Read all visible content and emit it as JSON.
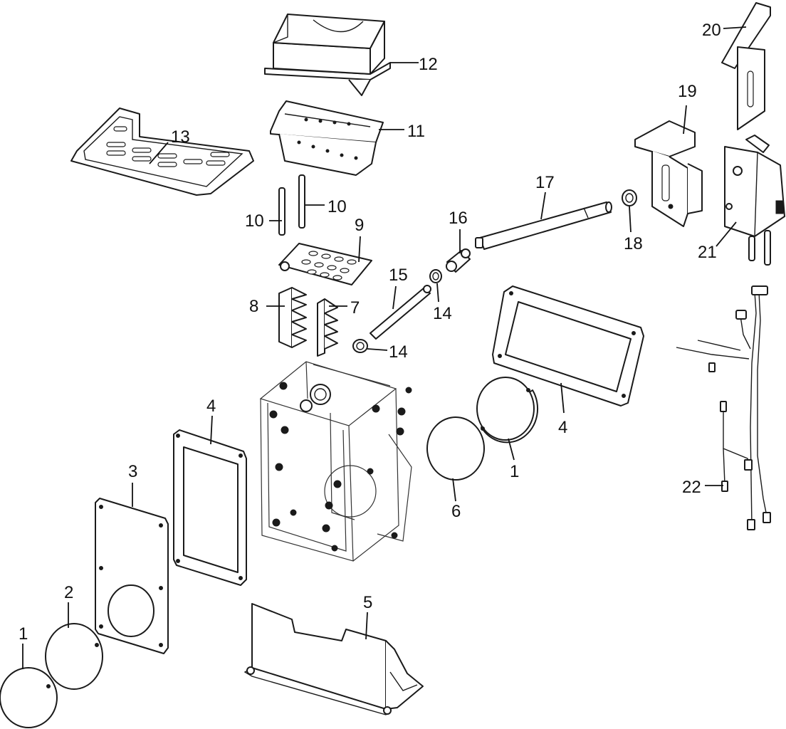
{
  "callouts": {
    "c1a": "1",
    "c1b": "1",
    "c2": "2",
    "c3": "3",
    "c4a": "4",
    "c4b": "4",
    "c5": "5",
    "c6": "6",
    "c7": "7",
    "c8": "8",
    "c9": "9",
    "c10a": "10",
    "c10b": "10",
    "c11": "11",
    "c12": "12",
    "c13": "13",
    "c14a": "14",
    "c14b": "14",
    "c15": "15",
    "c16": "16",
    "c17": "17",
    "c18": "18",
    "c19": "19",
    "c20": "20",
    "c21": "21",
    "c22": "22"
  }
}
